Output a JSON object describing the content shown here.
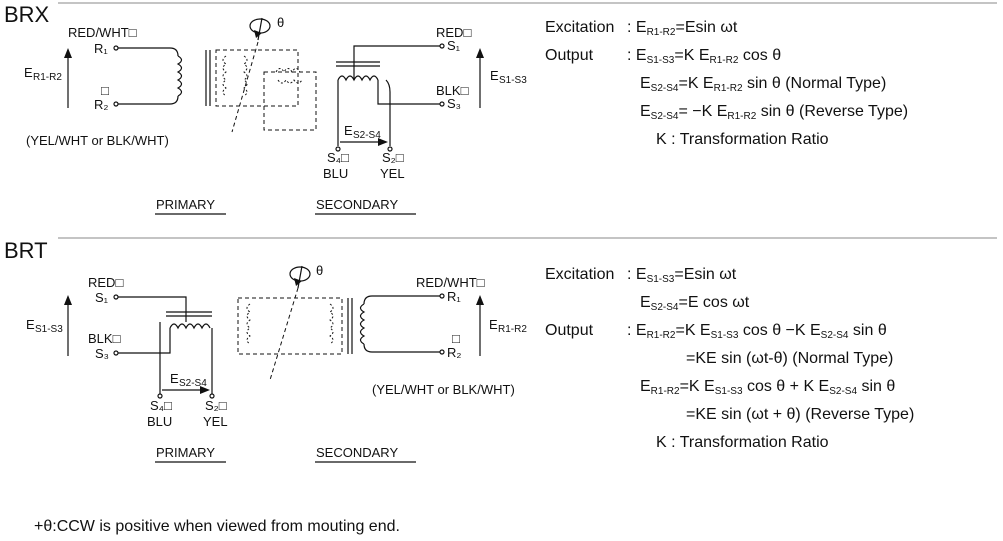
{
  "brx": {
    "title": "BRX",
    "primary": {
      "r1_color": "RED/WHT□",
      "r1": "R₁",
      "r2_color": "□",
      "r2": "R₂",
      "voltage_main": "E",
      "voltage_sub": "R1-R2",
      "alt_colors": "(YEL/WHT or BLK/WHT)",
      "label": "PRIMARY"
    },
    "rotor": {
      "theta": "θ"
    },
    "secondary": {
      "s1_color": "RED□",
      "s1": "S₁",
      "s3_color": "BLK□",
      "s3": "S₃",
      "voltage13_main": "E",
      "voltage13_sub": "S1-S3",
      "voltage24_main": "E",
      "voltage24_sub": "S2-S4",
      "s4": "S₄□",
      "s4_color": "BLU",
      "s2": "S₂□",
      "s2_color": "YEL",
      "label": "SECONDARY"
    },
    "equations": {
      "excitation_label": "Excitation",
      "excitation": [
        ": E",
        "R1-R2",
        "=Esin ωt"
      ],
      "output_label": "Output",
      "out1": [
        ": E",
        "S1-S3",
        "=K E",
        "R1-R2",
        " cos θ"
      ],
      "out2": [
        "E",
        "S2-S4",
        "=K E",
        "R1-R2",
        " sin θ (Normal Type)"
      ],
      "out3": [
        "E",
        "S2-S4",
        "= −K E",
        "R1-R2",
        " sin θ (Reverse Type)"
      ],
      "ratio": "K : Transformation Ratio"
    }
  },
  "brt": {
    "title": "BRT",
    "primary": {
      "s1_color": "RED□",
      "s1": "S₁",
      "s3_color": "BLK□",
      "s3": "S₃",
      "voltage13_main": "E",
      "voltage13_sub": "S1-S3",
      "voltage24_main": "E",
      "voltage24_sub": "S2-S4",
      "s4": "S₄□",
      "s4_color": "BLU",
      "s2": "S₂□",
      "s2_color": "YEL",
      "label": "PRIMARY"
    },
    "rotor": {
      "theta": "θ"
    },
    "secondary": {
      "r1_color": "RED/WHT□",
      "r1": "R₁",
      "r2_color": "□",
      "r2": "R₂",
      "voltage_main": "E",
      "voltage_sub": "R1-R2",
      "alt_colors": "(YEL/WHT or BLK/WHT)",
      "label": "SECONDARY"
    },
    "equations": {
      "excitation_label": "Excitation",
      "exc1": [
        ": E",
        "S1-S3",
        "=Esin ωt"
      ],
      "exc2": [
        "E",
        "S2-S4",
        "=E cos ωt"
      ],
      "output_label": "Output",
      "out1": [
        ": E",
        "R1-R2",
        "=K E",
        "S1-S3",
        " cos θ −K E",
        "S2-S4",
        " sin θ"
      ],
      "out2": "=KE sin (ωt-θ) (Normal Type)",
      "out3": [
        "E",
        "R1-R2",
        "=K E",
        "S1-S3",
        " cos θ + K E",
        "S2-S4",
        " sin θ"
      ],
      "out4": "=KE sin (ωt + θ) (Reverse Type)",
      "ratio": "K : Transformation Ratio"
    }
  },
  "footnote": "+θ:CCW is positive when viewed from mouting end."
}
